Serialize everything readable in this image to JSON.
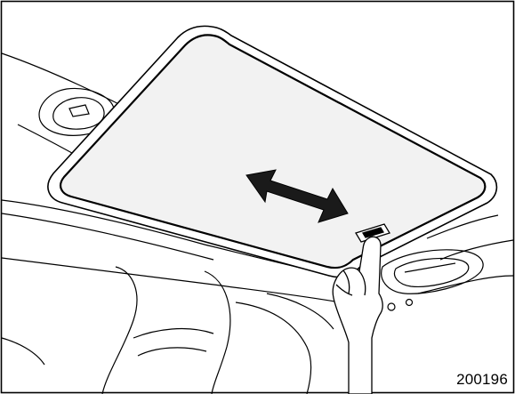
{
  "figure": {
    "code": "200196"
  },
  "colors": {
    "line": "#000000",
    "panel_fill": "#f2f2f2",
    "arrow_fill": "#1a1a1a",
    "background": "#ffffff"
  },
  "icons": {
    "arrow": "double-headed-slide-arrow",
    "hand": "pointing-hand",
    "switch": "sunroof-switch"
  }
}
